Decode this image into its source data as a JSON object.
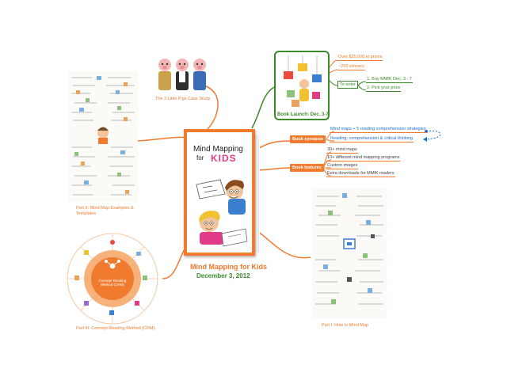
{
  "center": {
    "book_title_line1": "Mind Mapping",
    "book_title_line2": "for",
    "book_title_line3": "KIDS",
    "caption_line1": "Mind Mapping for Kids",
    "caption_line2": "December 3, 2012"
  },
  "pigs": {
    "label": "The 3 Little Pigs Case Study"
  },
  "launch": {
    "label": "Book Launch: Dec. 3-7",
    "prizes": "Over $25,000 in prizes",
    "winners": "~200 winners",
    "to_enter": "To enter",
    "step1": "1. Buy MMfK Dec. 3 - 7",
    "step2": "2. Pick your prize"
  },
  "synopsis": {
    "label": "Book synopsis",
    "line1": "Mind maps + 5 reading comprehension strategies",
    "line2": "Reading, comprehension & critical thinking"
  },
  "features": {
    "label": "Book features",
    "item1": "30+ mind maps",
    "item2": "10+ different mind mapping programs",
    "item3": "Custom images",
    "item4": "Extra downloads for MMfK readers"
  },
  "parts": {
    "part2": "Part II: Mind Map Examples & Templates",
    "part3": "Part III: Concept Reading Method (CRM)",
    "part1": "Part I: How to Mind Map",
    "crm_center": "Concept Reading Method (CRM)"
  },
  "colors": {
    "accent": "#f07a2e",
    "green": "#3a8a2a",
    "blue": "#1a6fd1"
  }
}
